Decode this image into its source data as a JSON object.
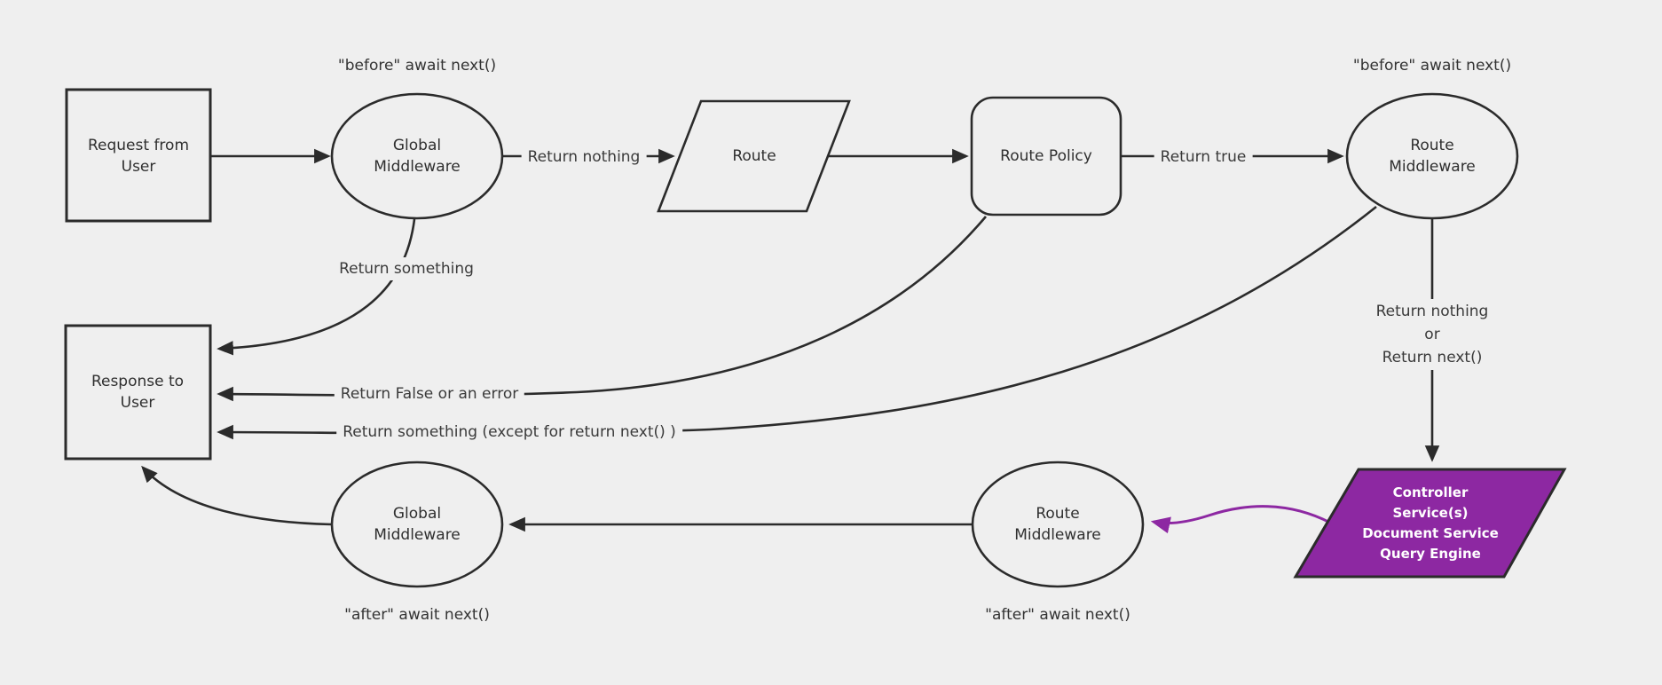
{
  "diagram_title": "request-middleware-lifecycle-flowchart",
  "colors": {
    "background": "#efefef",
    "stroke": "#2b2b2b",
    "text": "#2f2f2f",
    "accent_purple": "#8d28a2",
    "controller_text": "#ffffff"
  },
  "nodes": {
    "request": {
      "label": "Request from\nUser",
      "shape": "rectangle"
    },
    "global_middleware_top": {
      "label": "Global\nMiddleware",
      "shape": "ellipse"
    },
    "route": {
      "label": "Route",
      "shape": "parallelogram"
    },
    "route_policy": {
      "label": "Route Policy",
      "shape": "rounded-rectangle"
    },
    "route_middleware_top": {
      "label": "Route\nMiddleware",
      "shape": "ellipse"
    },
    "response": {
      "label": "Response to\nUser",
      "shape": "rectangle"
    },
    "controller": {
      "label": "Controller\nService(s)\nDocument Service\nQuery Engine",
      "shape": "parallelogram",
      "fill": "#8d28a2"
    },
    "route_middleware_bottom": {
      "label": "Route\nMiddleware",
      "shape": "ellipse"
    },
    "global_middleware_bottom": {
      "label": "Global\nMiddleware",
      "shape": "ellipse"
    }
  },
  "annotations": {
    "before_global": "\"before\" await next()",
    "before_route": "\"before\" await next()",
    "after_global": "\"after\" await next()",
    "after_route": "\"after\" await next()"
  },
  "edge_labels": {
    "return_nothing": "Return nothing",
    "return_true": "Return true",
    "return_something": "Return something",
    "return_false": "Return False or an error",
    "return_something_except": "Return something (except for return next() )",
    "return_nothing_or_next": "Return nothing\nor\nReturn next()"
  }
}
